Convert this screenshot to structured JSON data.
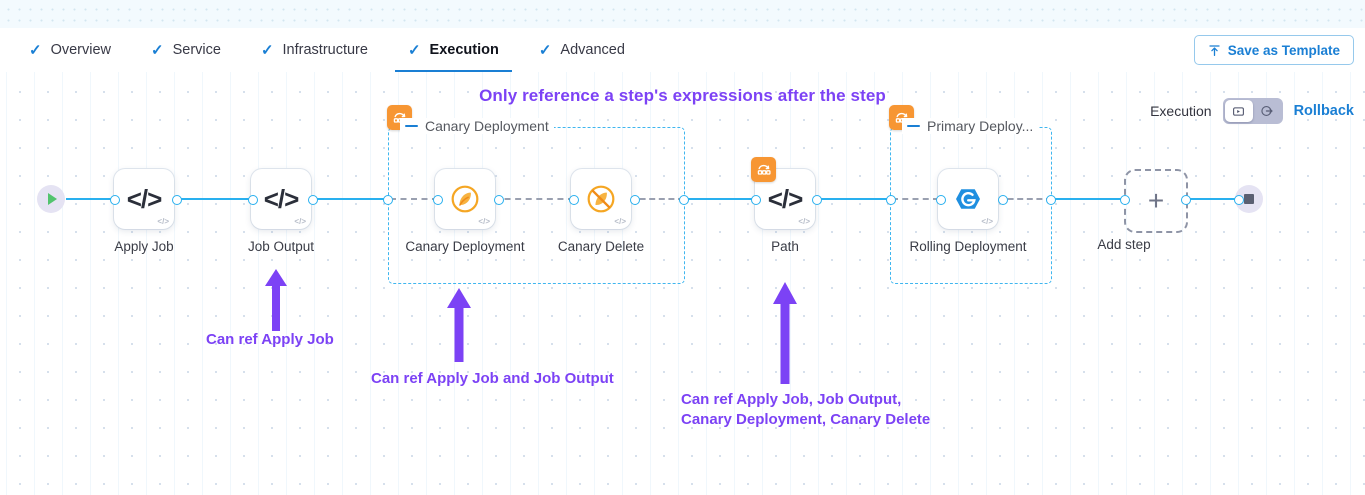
{
  "tabs": [
    {
      "label": "Overview",
      "icon": "check-icon",
      "active": false
    },
    {
      "label": "Service",
      "icon": "check-icon",
      "active": false
    },
    {
      "label": "Infrastructure",
      "icon": "check-icon",
      "active": false
    },
    {
      "label": "Execution",
      "icon": "check-icon",
      "active": true
    },
    {
      "label": "Advanced",
      "icon": "check-icon",
      "active": false
    }
  ],
  "header": {
    "save_as_template": "Save as Template",
    "save_icon": "upload-template-icon"
  },
  "canvas": {
    "headline": "Only reference a step's expressions after the step",
    "exec_label": "Execution",
    "rollback_label": "Rollback",
    "toggle": {
      "option1_icon": "execution-view-icon",
      "option2_icon": "rollback-view-icon",
      "selected": "option1"
    }
  },
  "nodes": [
    {
      "id": "start",
      "type": "start",
      "icon": "play-icon",
      "label": ""
    },
    {
      "id": "apply-job",
      "type": "step",
      "icon": "code-icon",
      "label": "Apply Job",
      "corner_icon": "code-small-icon"
    },
    {
      "id": "job-output",
      "type": "step",
      "icon": "code-icon",
      "label": "Job Output",
      "corner_icon": "code-small-icon"
    },
    {
      "id": "canary-deployment",
      "type": "step",
      "icon": "canary-bird-icon",
      "label": "Canary Deployment",
      "corner_icon": "code-small-icon"
    },
    {
      "id": "canary-delete",
      "type": "step",
      "icon": "canary-delete-icon",
      "label": "Canary Delete",
      "corner_icon": "code-small-icon"
    },
    {
      "id": "path",
      "type": "step",
      "icon": "code-icon",
      "label": "Path",
      "corner_icon": "code-small-icon",
      "badge_icon": "step-group-icon"
    },
    {
      "id": "rolling-deployment",
      "type": "step",
      "icon": "rolling-deploy-icon",
      "label": "Rolling Deployment",
      "corner_icon": "code-small-icon"
    },
    {
      "id": "add-step",
      "type": "add",
      "icon": "plus-icon",
      "label": "Add step"
    },
    {
      "id": "end",
      "type": "end",
      "icon": "stop-icon",
      "label": ""
    }
  ],
  "groups": [
    {
      "id": "canary-deployment-group",
      "label": "Canary Deployment",
      "badge_icon": "step-group-icon",
      "collapse_icon": "collapse-dash-icon"
    },
    {
      "id": "primary-deployment-group",
      "label": "Primary Deploy...",
      "badge_icon": "step-group-icon",
      "collapse_icon": "collapse-dash-icon"
    }
  ],
  "annotations": [
    {
      "id": "anno-job-output",
      "text": "Can ref Apply Job"
    },
    {
      "id": "anno-canary-deployment",
      "text": "Can ref Apply Job and Job Output"
    },
    {
      "id": "anno-path",
      "text": "Can ref Apply Job, Job Output,\nCanary Deployment, Canary Delete"
    }
  ],
  "colors": {
    "accent_blue": "#1a7fd4",
    "link_blue": "#29b0ef",
    "annotation_purple": "#7c42f5",
    "group_badge_orange": "#f79633",
    "canary_orange": "#f5a623",
    "rolling_blue": "#1f8fe0"
  }
}
